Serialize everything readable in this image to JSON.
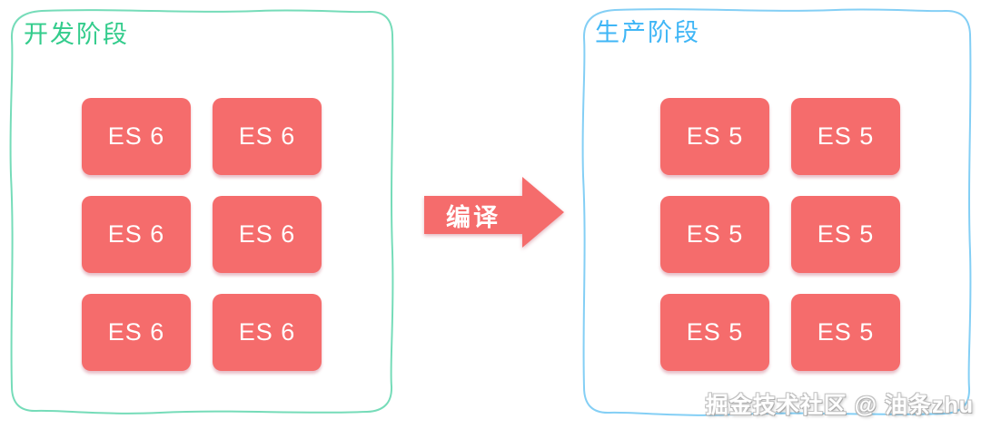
{
  "panels": {
    "left": {
      "title": "开发阶段",
      "boxes": [
        "ES 6",
        "ES 6",
        "ES 6",
        "ES 6",
        "ES 6",
        "ES 6"
      ]
    },
    "right": {
      "title": "生产阶段",
      "boxes": [
        "ES 5",
        "ES 5",
        "ES 5",
        "ES 5",
        "ES 5",
        "ES 5"
      ]
    }
  },
  "arrow": {
    "label": "编译"
  },
  "watermark": {
    "text": "掘金技术社区 @ 油条zhu"
  },
  "colors": {
    "dev-accent": "#33cc8c",
    "dev-border": "#76dcb9",
    "prod-accent": "#3fb6f6",
    "prod-border": "#84cff5",
    "box-color": "#f56c6c"
  }
}
